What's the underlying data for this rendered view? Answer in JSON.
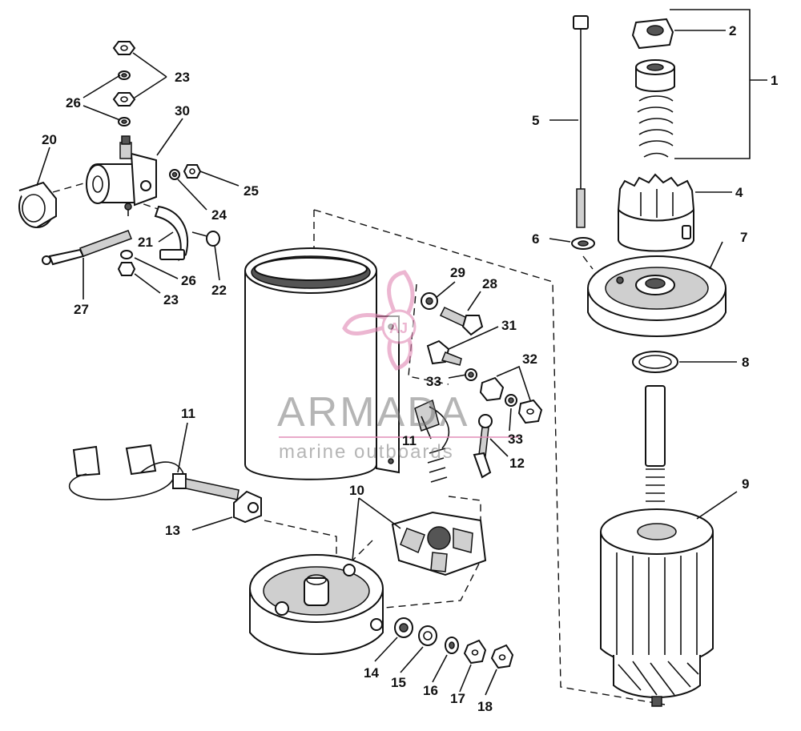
{
  "watermark": {
    "brand": "ARMADA",
    "tagline": "marine outboards",
    "logo_letters": "AJ",
    "color": "#e087b3"
  },
  "callouts": {
    "c1": "1",
    "c2": "2",
    "c4": "4",
    "c5": "5",
    "c6": "6",
    "c7": "7",
    "c8": "8",
    "c9": "9",
    "c10": "10",
    "c11a": "11",
    "c11b": "11",
    "c12": "12",
    "c13": "13",
    "c14": "14",
    "c15": "15",
    "c16": "16",
    "c17": "17",
    "c18": "18",
    "c20": "20",
    "c21": "21",
    "c22": "22",
    "c23a": "23",
    "c23b": "23",
    "c24": "24",
    "c25": "25",
    "c26a": "26",
    "c26b": "26",
    "c27": "27",
    "c28": "28",
    "c29": "29",
    "c30": "30",
    "c31": "31",
    "c32": "32",
    "c33a": "33",
    "c33b": "33"
  }
}
